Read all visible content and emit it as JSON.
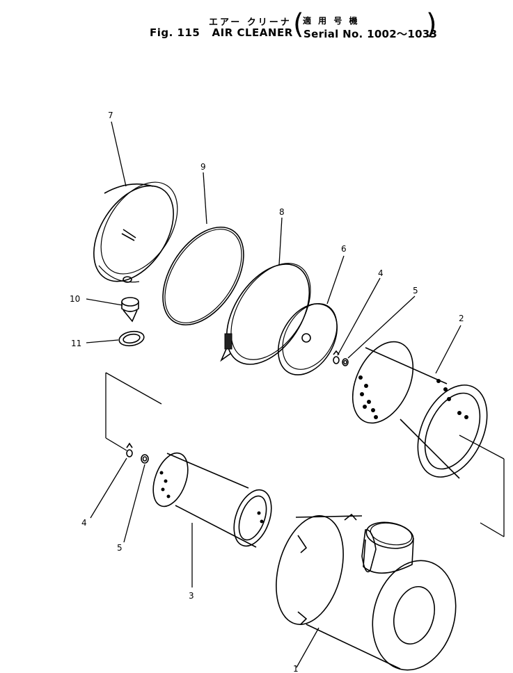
{
  "header": {
    "jp_title": "エアー クリーナ",
    "figure_ref": "Fig. 115",
    "title": "AIR CLEANER",
    "jp_applicability": "適 用 号 機",
    "serial": "Serial No. 1002～1033"
  },
  "callouts": [
    {
      "id": "7",
      "text": "7"
    },
    {
      "id": "9",
      "text": "9"
    },
    {
      "id": "8",
      "text": "8"
    },
    {
      "id": "6",
      "text": "6"
    },
    {
      "id": "4a",
      "text": "4"
    },
    {
      "id": "5a",
      "text": "5"
    },
    {
      "id": "2",
      "text": "2"
    },
    {
      "id": "10",
      "text": "10"
    },
    {
      "id": "11",
      "text": "11"
    },
    {
      "id": "4b",
      "text": "4"
    },
    {
      "id": "5b",
      "text": "5"
    },
    {
      "id": "3",
      "text": "3"
    },
    {
      "id": "1",
      "text": "1"
    }
  ]
}
